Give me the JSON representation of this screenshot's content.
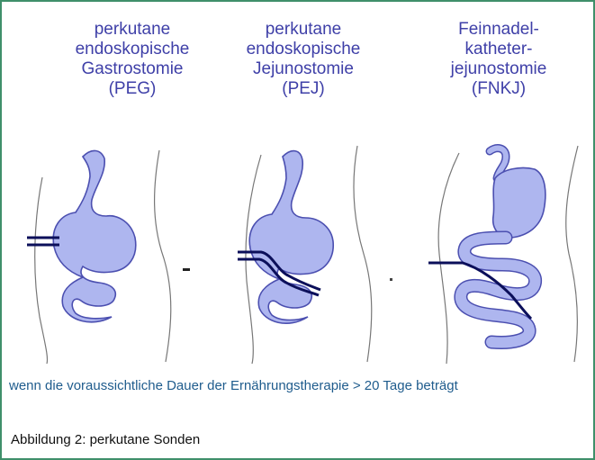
{
  "figure": {
    "panels": [
      {
        "id": "peg",
        "title": "perkutane\nendoskopische\nGastrostomie\n(PEG)"
      },
      {
        "id": "pej",
        "title": "perkutane\nendoskopische\nJejunostomie\n(PEJ)"
      },
      {
        "id": "fnkj",
        "title": "Feinnadel-\nkatheter-\njejunostomie\n(FNKJ)"
      }
    ],
    "caption": "wenn die voraussichtliche Dauer der Ernährungstherapie > 20 Tage beträgt",
    "label": "Abbildung 2: perkutane Sonden"
  },
  "colors": {
    "organ_fill": "#aeb6ef",
    "organ_stroke": "#4b4fb0",
    "tube": "#0b0f5a",
    "title_text": "#3f40a8",
    "caption_text": "#1f5c8d",
    "border": "#3f8f6a"
  }
}
